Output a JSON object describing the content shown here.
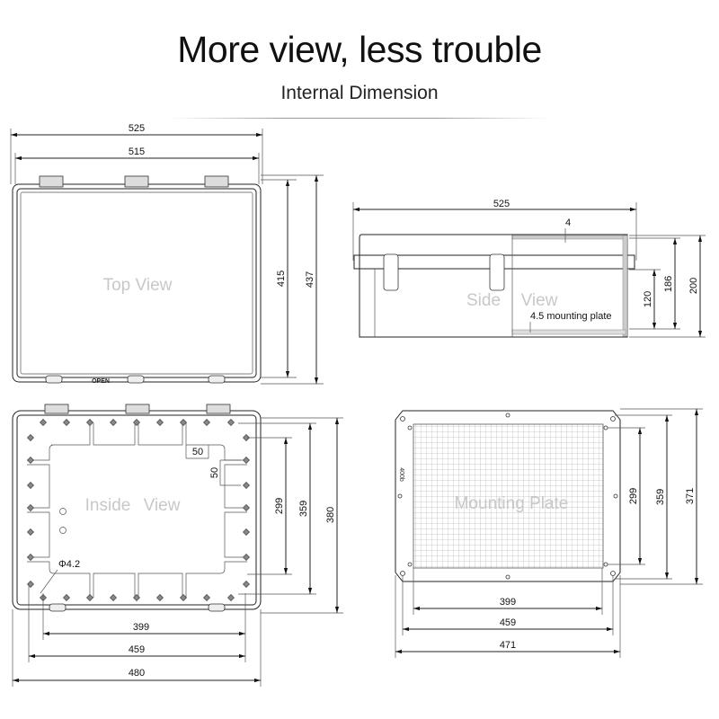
{
  "header": {
    "title": "More view, less trouble",
    "subtitle": "Internal Dimension"
  },
  "top_view": {
    "label": "Top View",
    "open_label": "OPEN",
    "dims": {
      "outer_width": "525",
      "inner_width": "515",
      "inner_height": "415",
      "outer_height": "437"
    }
  },
  "side_view": {
    "label_left": "Side",
    "label_right": "View",
    "wall_label": "4",
    "plate_label": "4.5 mounting plate",
    "dims": {
      "width": "525",
      "base_height": "120",
      "inner_height": "186",
      "total_height": "200"
    }
  },
  "inside_view": {
    "label_left": "Inside",
    "label_right": "View",
    "hole_label": "Φ4.2",
    "dims": {
      "pitch_h": "50",
      "pitch_v": "50",
      "h299": "299",
      "h359": "359",
      "h380": "380",
      "w399": "399",
      "w459": "459",
      "w480": "480"
    }
  },
  "mounting_plate": {
    "label": "Mounting Plate",
    "side_mark": "400b",
    "dims": {
      "h299": "299",
      "h359": "359",
      "h371": "371",
      "w399": "399",
      "w459": "459",
      "w471": "471"
    }
  }
}
